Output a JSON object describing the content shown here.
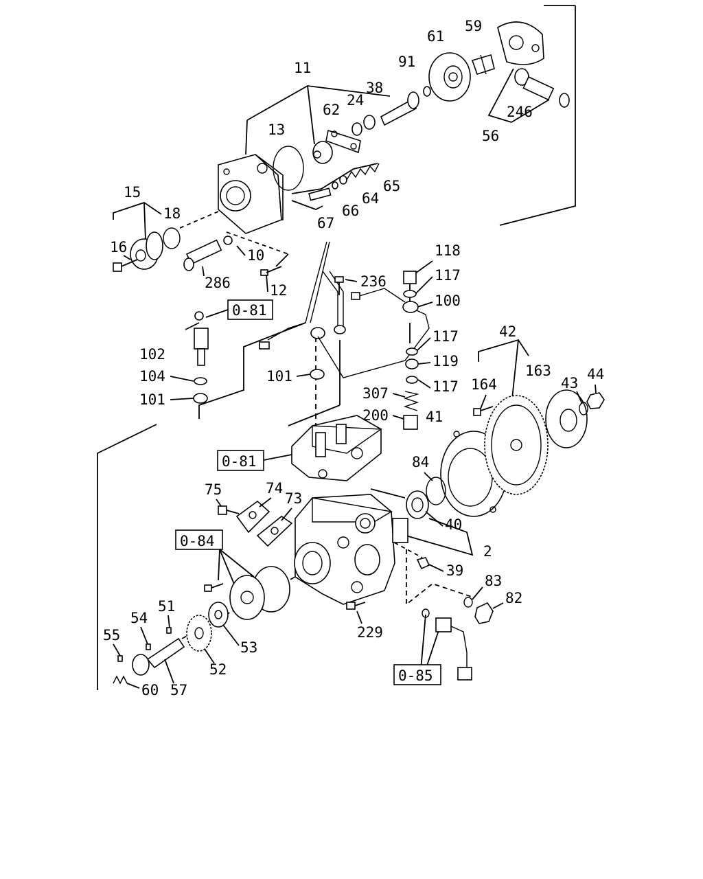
{
  "diagram": {
    "part_numbers": {
      "p11": "11",
      "p13": "13",
      "p15": "15",
      "p16": "16",
      "p18": "18",
      "p286": "286",
      "p10": "10",
      "p12": "12",
      "p62": "62",
      "p24": "24",
      "p38": "38",
      "p91": "91",
      "p61": "61",
      "p59": "59",
      "p246": "246",
      "p56": "56",
      "p65": "65",
      "p64": "64",
      "p66": "66",
      "p67": "67",
      "p236": "236",
      "p118": "118",
      "p117a": "117",
      "p100": "100",
      "p117b": "117",
      "p119": "119",
      "p117c": "117",
      "p307": "307",
      "p200": "200",
      "p102": "102",
      "p104": "104",
      "p101a": "101",
      "p101b": "101",
      "p42": "42",
      "p163": "163",
      "p43": "43",
      "p44": "44",
      "p164": "164",
      "p41": "41",
      "p84": "84",
      "p40": "40",
      "p2": "2",
      "p39": "39",
      "p83": "83",
      "p82": "82",
      "p75": "75",
      "p74": "74",
      "p73": "73",
      "p229": "229",
      "p51": "51",
      "p54": "54",
      "p55": "55",
      "p52": "52",
      "p53": "53",
      "p57": "57",
      "p60": "60"
    },
    "ref_boxes": {
      "ref_081_top": "0-81",
      "ref_081_mid": "0-81",
      "ref_084": "0-84",
      "ref_085": "0-85"
    }
  }
}
